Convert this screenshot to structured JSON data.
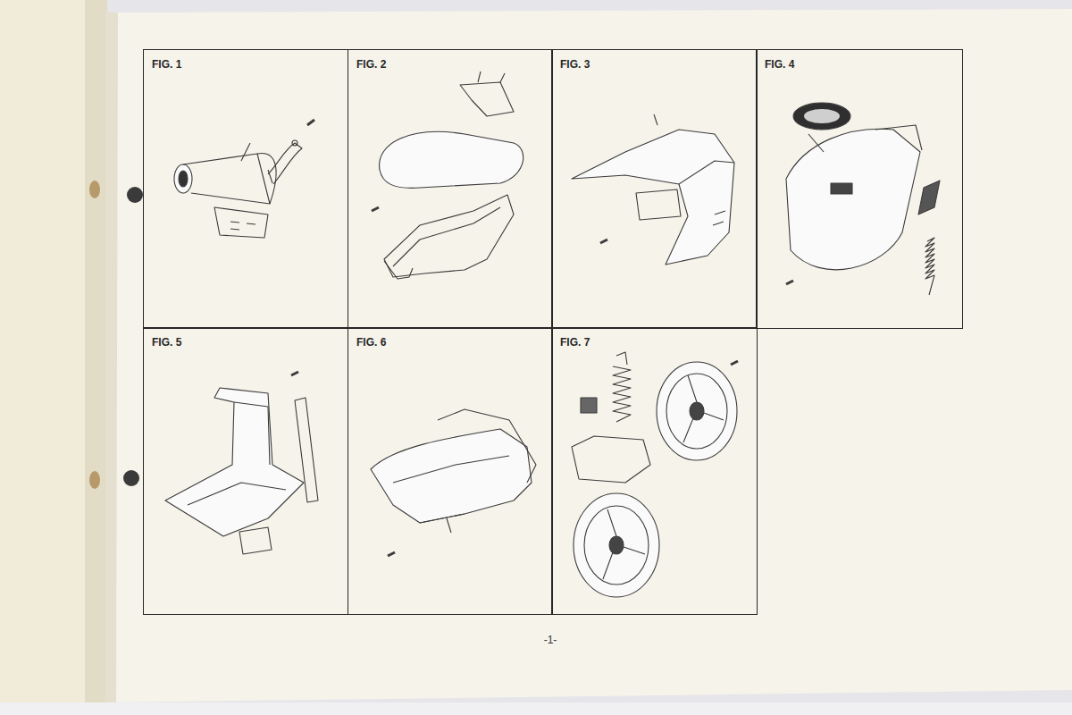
{
  "diagram": {
    "nodes": [
      {
        "text": [
          "FIG. 1"
        ]
      },
      {
        "text": [
          "FIG. 2"
        ]
      },
      {
        "text": [
          "FIG. 3"
        ]
      },
      {
        "text": [
          "FIG. 4"
        ]
      },
      {
        "text": [
          "FIG. 5"
        ]
      },
      {
        "text": [
          "FIG. 6"
        ]
      },
      {
        "text": [
          "FIG. 7"
        ]
      }
    ],
    "edges": [],
    "labels": [
      "-1-"
    ]
  }
}
